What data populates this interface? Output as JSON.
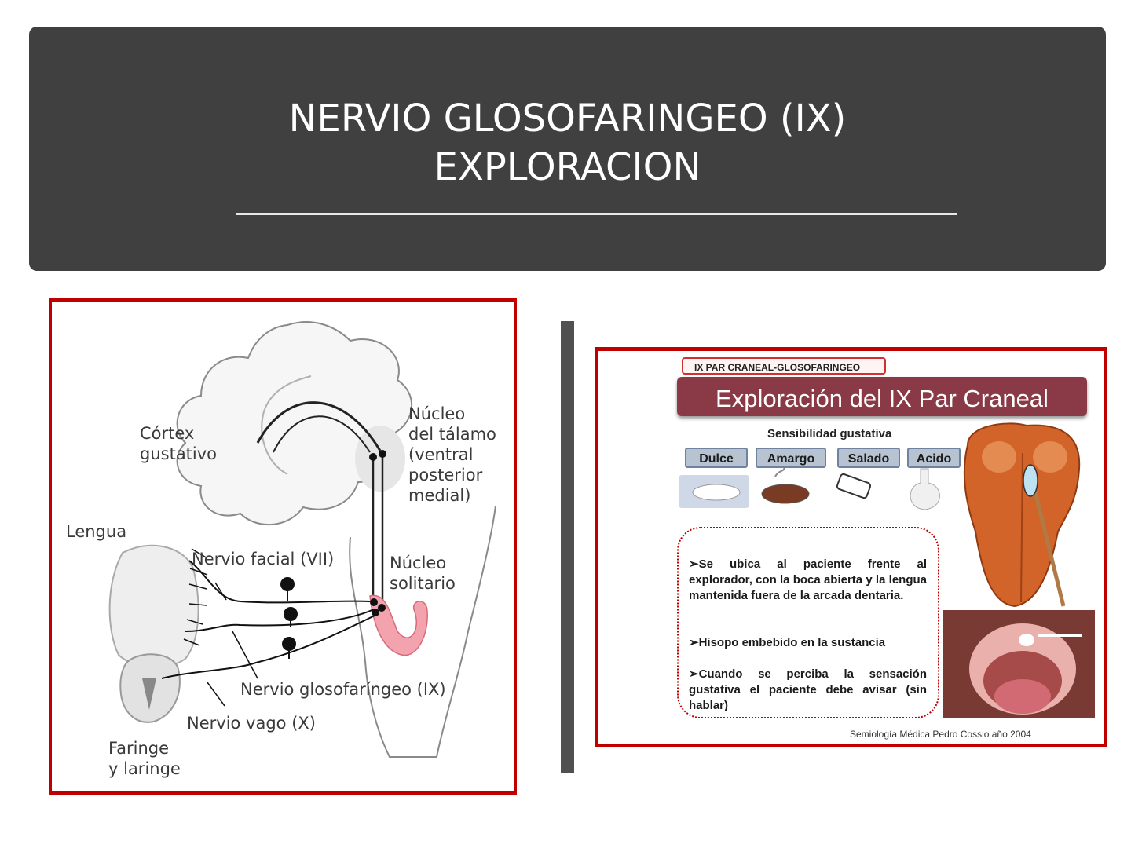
{
  "header": {
    "title_line1": "NERVIO GLOSOFARINGEO (IX)",
    "title_line2": "EXPLORACION"
  },
  "diagram": {
    "labels": {
      "cortex_line1": "Córtex",
      "cortex_line2": "gustativo",
      "thalamus_line1": "Núcleo",
      "thalamus_line2": "del tálamo",
      "thalamus_line3": "(ventral",
      "thalamus_line4": "posterior",
      "thalamus_line5": "medial)",
      "tongue": "Lengua",
      "facial_nerve": "Nervio facial (VII)",
      "solitary_line1": "Núcleo",
      "solitary_line2": "solitario",
      "glosso_nerve": "Nervio glosofaríngeo (IX)",
      "vagus_nerve": "Nervio vago (X)",
      "pharynx_line1": "Faringe",
      "pharynx_line2": "y laringe"
    }
  },
  "slide": {
    "tag": "IX PAR CRANEAL-GLOSOFARINGEO",
    "title": "Exploración del IX Par Craneal",
    "subtitle": "Sensibilidad gustativa",
    "tastes": [
      "Dulce",
      "Amargo",
      "Salado",
      "Acido"
    ],
    "instructions": [
      "➢Se ubica al paciente frente al explorador, con la boca abierta y la lengua mantenida fuera de la arcada dentaria.",
      "➢Hisopo embebido en la sustancia",
      "➢Cuando se perciba la sensación gustativa el paciente debe avisar (sin hablar)"
    ],
    "footer": "Semiología Médica Pedro Cossio año 2004"
  }
}
